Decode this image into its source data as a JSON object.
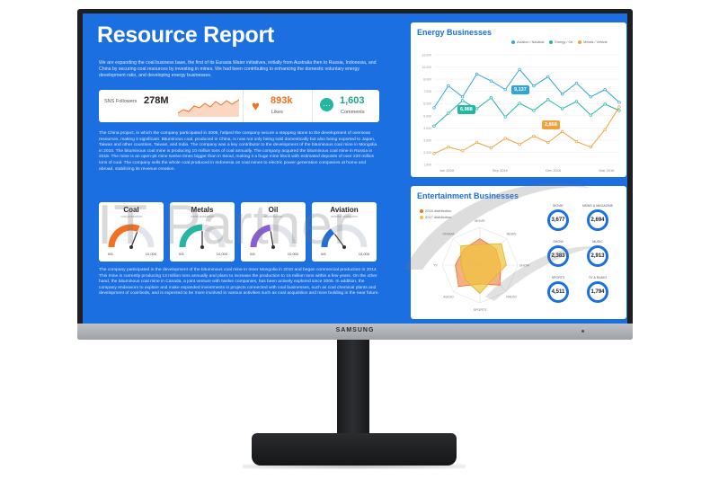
{
  "monitor": {
    "brand": "SAMSUNG"
  },
  "report": {
    "title": "Resource Report",
    "intro": "We are expanding the coal business base, the first of its Eurasia Water initiatives, initially from Australia then to Russia, Indonesia, and China by securing coal resources by investing in mines. We had been contributing to enhancing the domestic voluntary energy development ratio, and developing energy businesses.",
    "stats": {
      "sns_label": "SNS Followers",
      "sns_value": "278M",
      "likes_value": "893k",
      "likes_label": "Likes",
      "comments_value": "1,603",
      "comments_label": "Comments"
    },
    "para2": "The China project, in which the company participated in 2005, helped the company secure a stepping stone to the development of overseas resources, making it significant. Bituminous coal, produced in China, is now not only being sold domestically but also being exported to Japan, Taiwan and other countries, Taiwan, and India. The company was a key contributor to the development of the bituminous coal mine in Mongolia in 2010. The bituminous coal mine is producing 10 million tons of coal annually. The company acquired the bituminous coal mine in Russia in 2016. The mine is an open-pit mine twelve times bigger than in Seoul, making it a huge mine block with estimated deposits of over 220 million tons of coal. The company sells the whole coal produced in Indonesia on coal mines to electric power generation companies at home and abroad, stabilizing its revenue creation.",
    "para3": "The company participated in the development of the bituminous coal mine in Inner Mongolia in 2010 and began commercial production in 2014. This mine is currently producing 13 million tons annually and plans to increase the production to 15 million tons within a few years. On the other hand, the bituminous coal mine in Canada, a joint venture with twelve companies, has been actively explored since 2005. In addition, the company endeavors to explore and make expanded investments in projects connected with coal businesses, such as coal chemical plants and development of coal-beds, and is expected to be more involved in various activities such as coal acquisition and mine building in the near future.",
    "gauges": [
      {
        "name": "Coal",
        "sub": "coal production",
        "min": "0/6",
        "max": "10,000",
        "level": 0.62,
        "color": "#f36f21"
      },
      {
        "name": "Metals",
        "sub": "metal production",
        "min": "0/6",
        "max": "10,000",
        "level": 0.5,
        "color": "#22b6a3"
      },
      {
        "name": "Oil",
        "sub": "oil production",
        "min": "0/6",
        "max": "10,000",
        "level": 0.45,
        "color": "#8b5cd6"
      },
      {
        "name": "Aviation",
        "sub": "aviation production",
        "min": "0/6",
        "max": "10,000",
        "level": 0.3,
        "color": "#1b6fe0"
      }
    ]
  },
  "energy": {
    "title": "Energy Businesses",
    "legend": [
      "Aviation / Nautical",
      "Energy / Oil",
      "Metals / Vehicle"
    ],
    "colors": [
      "#2fa4dd",
      "#22b6a3",
      "#f0a23a"
    ],
    "callouts": [
      "6,988",
      "9,137",
      "2,868"
    ],
    "callout_colors": [
      "#22b6a3",
      "#2fa4dd",
      "#f0a23a"
    ]
  },
  "chart_data": {
    "type": "line",
    "title": "Energy Businesses",
    "x": [
      "Jun 2016",
      "Sep 2016",
      "Dec 2016",
      "Mar 2016"
    ],
    "ylim": [
      0,
      12000
    ],
    "yticks": [
      "12,000",
      "10,000",
      "8,000",
      "7,000",
      "6,000",
      "5,000",
      "4,000",
      "3,000",
      "2,000",
      "1,000"
    ],
    "series": [
      {
        "name": "Aviation / Nautical",
        "values": [
          6200,
          8600,
          7400,
          9900,
          9137,
          8200,
          10400,
          8600,
          9600,
          7700,
          8900,
          7400,
          8200,
          6800
        ]
      },
      {
        "name": "Energy / Oil",
        "values": [
          4200,
          5600,
          6988,
          6100,
          7300,
          5200,
          6700,
          5900,
          7100,
          6100,
          6900,
          5400,
          6600,
          5900
        ]
      },
      {
        "name": "Metals / Vehicle",
        "values": [
          1200,
          1900,
          1500,
          2400,
          1800,
          2868,
          2200,
          3100,
          2400,
          3600,
          2500,
          1900,
          3800,
          6300
        ]
      }
    ]
  },
  "entertainment": {
    "title": "Entertainment Businesses",
    "legend": [
      "2016 distribution",
      "2017 distribution"
    ],
    "legend_colors": [
      "#f36f21",
      "#f0c43a"
    ],
    "axes": [
      "MOVIE",
      "NEWS",
      "SHOW",
      "RADIO",
      "SPORTS",
      "AUDIO",
      "TV",
      "DRAMA"
    ],
    "circles": [
      {
        "label": "MOVIE",
        "value": "3,677"
      },
      {
        "label": "NEWS & MAGAZINE",
        "value": "2,694"
      },
      {
        "label": "SHOW",
        "value": "2,383"
      },
      {
        "label": "MUSIC",
        "value": "2,913"
      },
      {
        "label": "SPORTS",
        "value": "4,511"
      },
      {
        "label": "TV & RADIO",
        "value": "1,794"
      }
    ]
  },
  "watermark": {
    "text": "IT Partner"
  }
}
